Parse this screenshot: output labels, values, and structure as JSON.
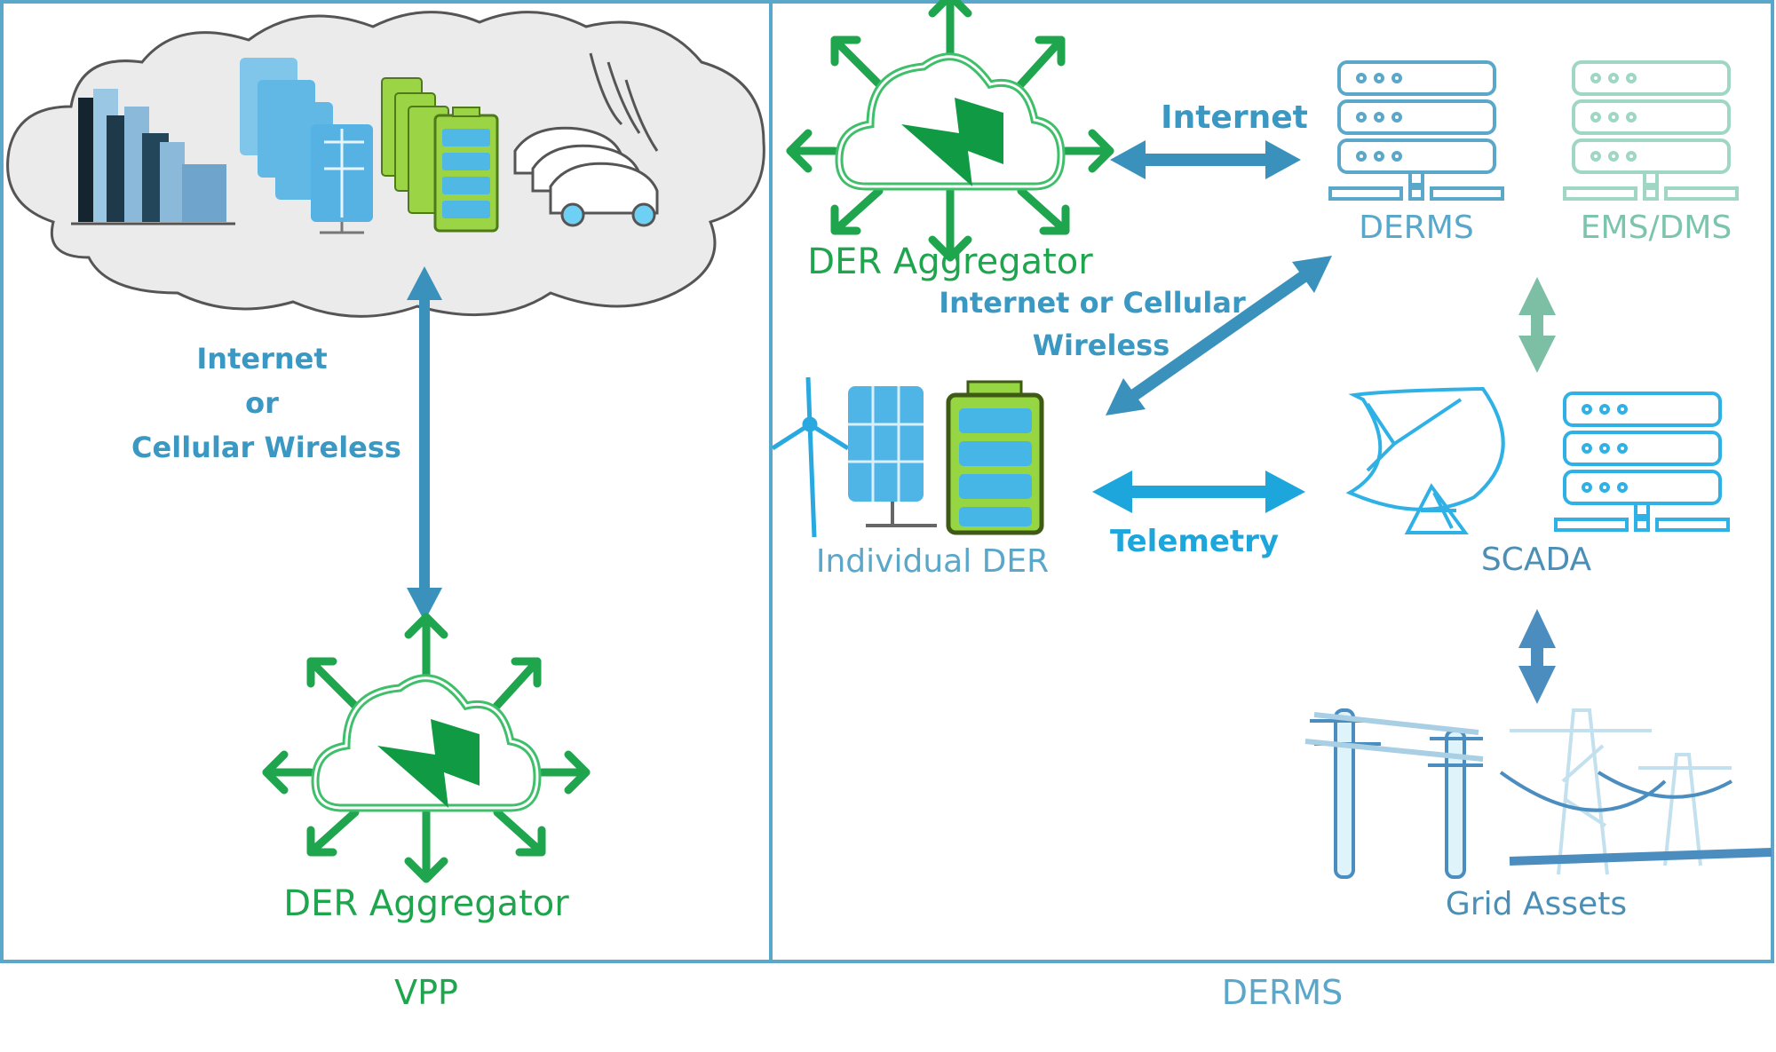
{
  "panels": {
    "vpp": {
      "caption": "VPP",
      "link_label_line1": "Internet",
      "link_label_line2": "or",
      "link_label_line3": "Cellular Wireless",
      "aggregator_label": "DER Aggregator",
      "cloud_items": [
        "buildings-icon",
        "solar-panels-icon",
        "batteries-icon",
        "electric-vehicles-icon"
      ]
    },
    "derms": {
      "caption": "DERMS",
      "aggregator_label": "DER Aggregator",
      "internet_label": "Internet",
      "derms_server_label": "DERMS",
      "ems_label": "EMS/DMS",
      "cellular_label_line1": "Internet or Cellular",
      "cellular_label_line2": "Wireless",
      "individual_der_label": "Individual DER",
      "telemetry_label": "Telemetry",
      "scada_label": "SCADA",
      "grid_assets_label": "Grid Assets"
    }
  },
  "colors": {
    "border": "#5aa7c9",
    "link_arrow": "#3a91bb",
    "aggregator_green": "#1ea54d",
    "telemetry": "#1da6dc",
    "ems_mint": "#7cc4ad",
    "grid_arrow": "#4b8dbf"
  }
}
